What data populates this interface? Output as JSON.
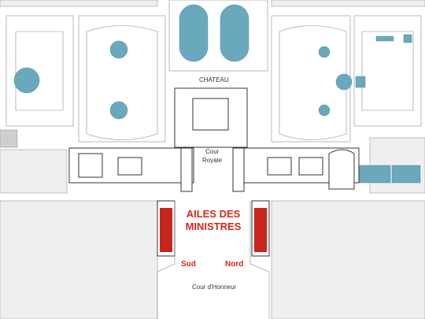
{
  "labels": {
    "chateau": "CHATEAU",
    "cour_royale_line1": "Cour",
    "cour_royale_line2": "Royale",
    "ailes_line1": "AILES DES",
    "ailes_line2": "MINISTRES",
    "sud": "Sud",
    "nord": "Nord",
    "cour_honneur": "Cour d'Honneur"
  },
  "colors": {
    "water": "#6aa9bd",
    "highlight_wing": "#c8261c",
    "label_red": "#d8261b",
    "street_block": "#efefef",
    "outline": "#8a8a8a",
    "building_outline": "#333333"
  }
}
